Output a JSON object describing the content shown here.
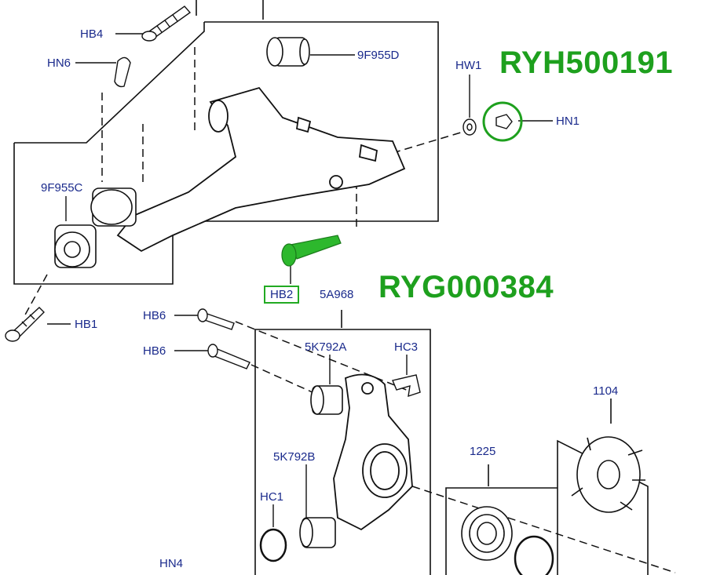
{
  "diagram": {
    "labels": {
      "hb4": "HB4",
      "hn6": "HN6",
      "part_9f955d": "9F955D",
      "hw1": "HW1",
      "hn1": "HN1",
      "part_9f955c": "9F955C",
      "hb2": "HB2",
      "part_5a968": "5A968",
      "hb1": "HB1",
      "hb6_top": "HB6",
      "hb6_bottom": "HB6",
      "part_5k792a": "5K792A",
      "hc3": "HC3",
      "part_1104": "1104",
      "part_5k792b": "5K792B",
      "part_1225": "1225",
      "hc1": "HC1",
      "hn4": "HN4"
    },
    "part_numbers": {
      "upper": "RYH500191",
      "lower": "RYG000384"
    },
    "colors": {
      "label_text": "#1a2a8c",
      "highlight": "#1ea01e",
      "line": "#111111"
    }
  }
}
